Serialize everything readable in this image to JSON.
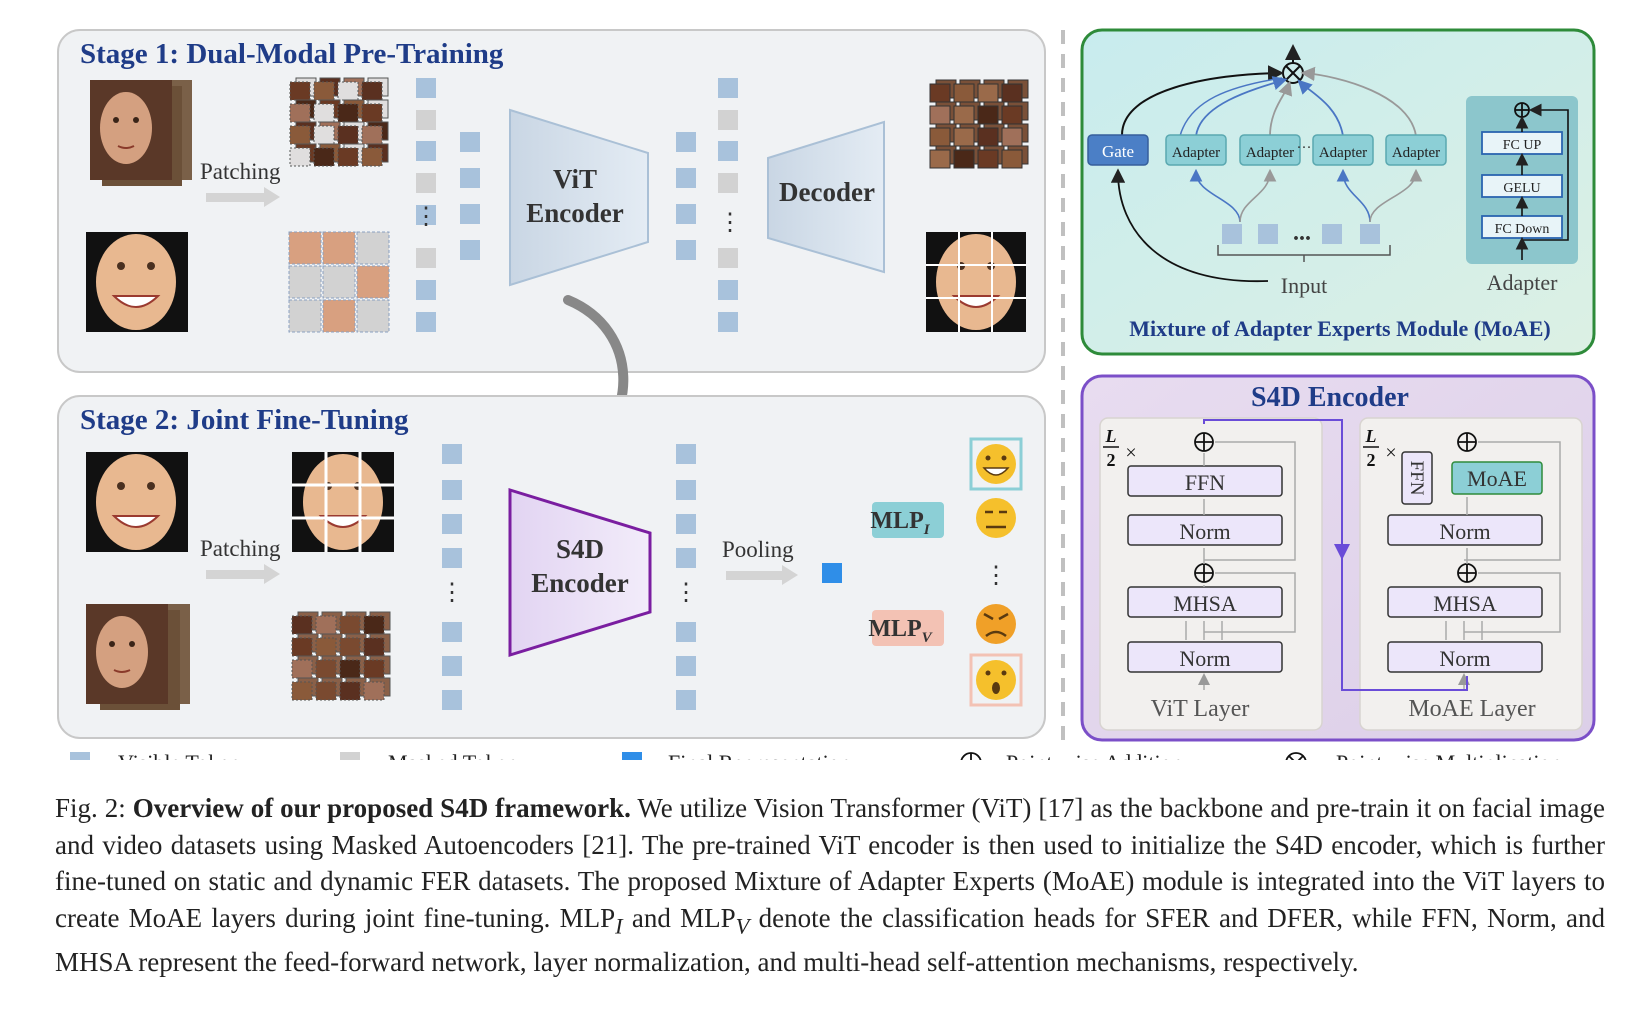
{
  "stage1": {
    "title": "Stage 1: Dual-Modal Pre-Training",
    "patching": "Patching",
    "encoder": [
      "ViT",
      "Encoder"
    ],
    "decoder": "Decoder"
  },
  "stage2": {
    "title": "Stage 2: Joint Fine-Tuning",
    "patching": "Patching",
    "encoder": [
      "S4D",
      "Encoder"
    ],
    "pooling": "Pooling",
    "mlp_i": "MLP",
    "mlp_i_sub": "I",
    "mlp_v": "MLP",
    "mlp_v_sub": "V"
  },
  "moae": {
    "gate": "Gate",
    "adapter": "Adapter",
    "ellipsis": "···",
    "dots": "...",
    "input": "Input",
    "fc_up": "FC UP",
    "gelu": "GELU",
    "fc_down": "FC Down",
    "adapter_label": "Adapter",
    "title": "Mixture of Adapter Experts Module (MoAE)"
  },
  "s4d": {
    "title": "S4D Encoder",
    "repeat_num": "L",
    "repeat_den": "2",
    "times": "×",
    "ffn": "FFN",
    "norm": "Norm",
    "mhsa": "MHSA",
    "moae": "MoAE",
    "vit_layer": "ViT Layer",
    "moae_layer": "MoAE Layer"
  },
  "legend": {
    "visible": "Visible Token",
    "masked": "Masked Token",
    "final": "Final Representation",
    "add": "Point-wise Addition",
    "mult": "Point-wise Multiplication"
  },
  "caption": {
    "prefix": "Fig. 2: ",
    "bold": "Overview of our proposed S4D framework.",
    "text1": " We utilize Vision Transformer (ViT) [17] as the backbone and pre-train it on facial image and video datasets using Masked Autoencoders [21]. The pre-trained ViT encoder is then used to initialize the S4D encoder, which is further fine-tuned on static and dynamic FER datasets. The proposed Mixture of Adapter Experts (MoAE) module is integrated into the ViT layers to create MoAE layers during joint fine-tuning. MLP",
    "sub_i": "I",
    "text2": " and MLP",
    "sub_v": "V",
    "text3": " denote the classification heads for SFER and DFER, while FFN, Norm, and MHSA represent the feed-forward network, layer normalization, and multi-head self-attention mechanisms, respectively."
  },
  "colors": {
    "title_blue": "#1f3c88",
    "token_blue": "#a8c2dc",
    "token_gray": "#d2d2d2",
    "final_blue": "#2f8ee8",
    "moae_green": "#2e8b3a",
    "s4d_purple": "#7b4fc8",
    "mlp_i_bg": "#8ccfd6",
    "mlp_v_bg": "#f3c2b4"
  }
}
